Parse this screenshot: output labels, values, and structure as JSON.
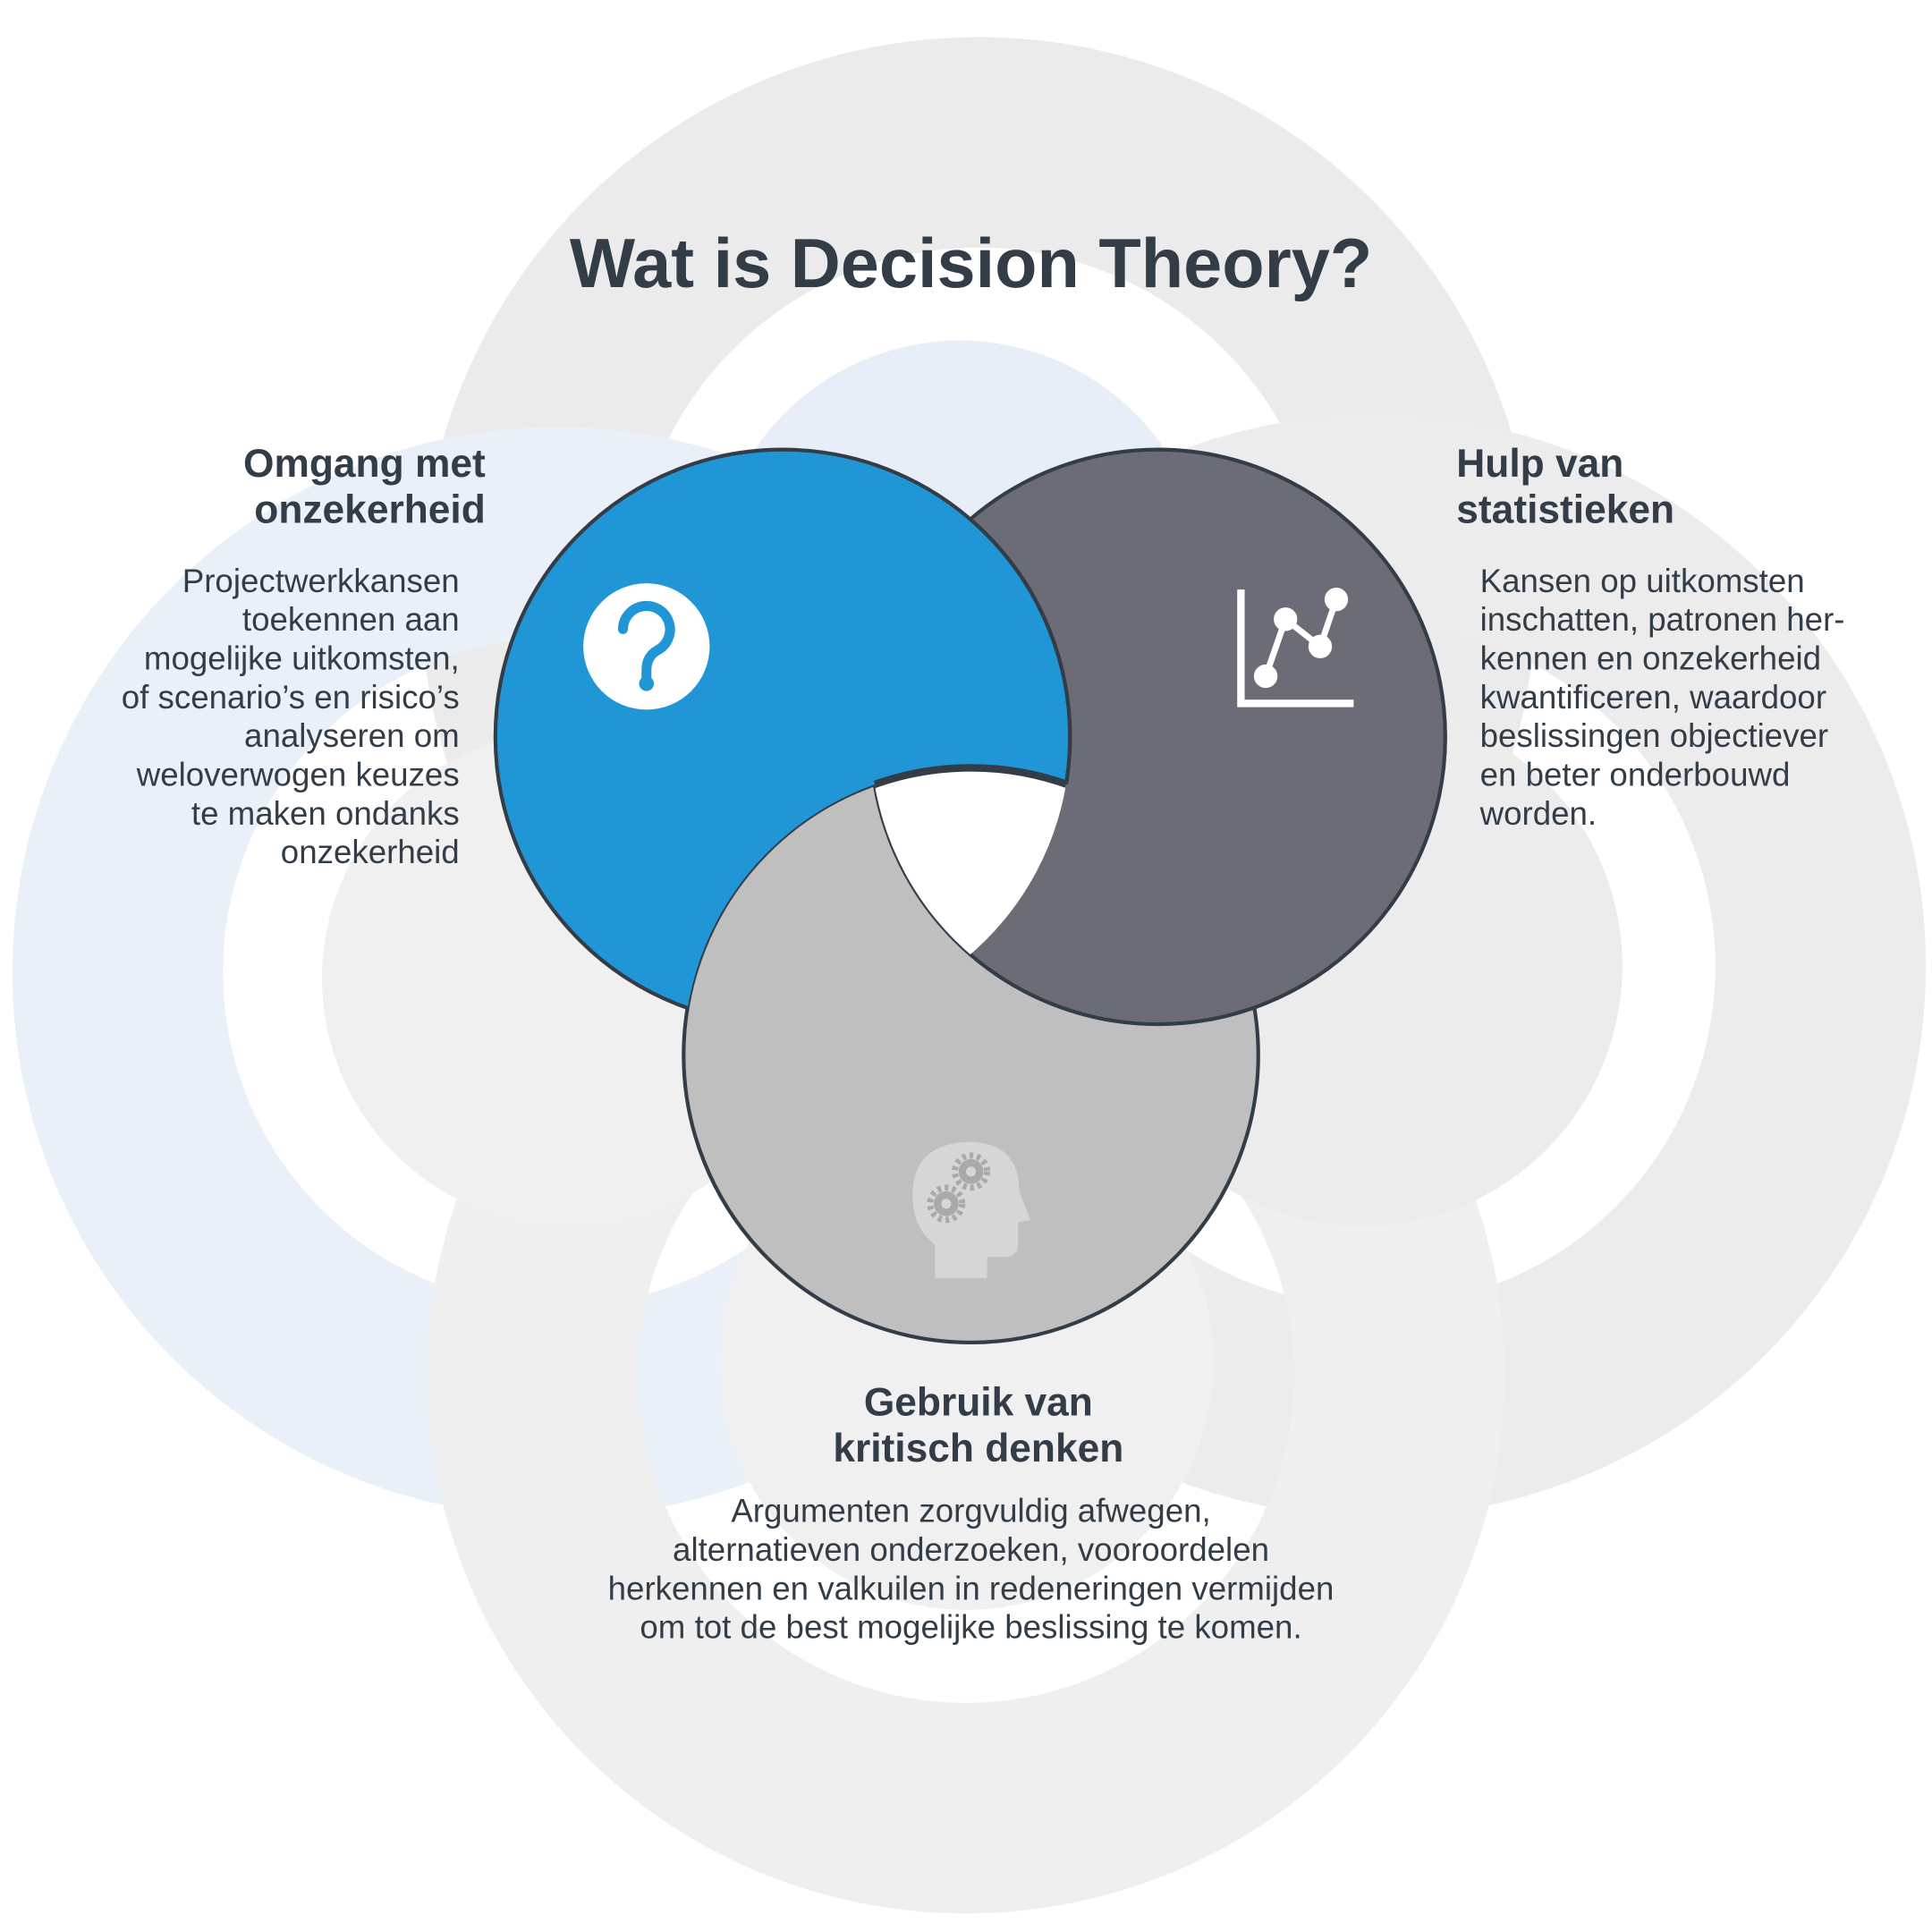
{
  "title": "Wat is Decision Theory?",
  "sections": [
    {
      "heading": [
        "Omgang met",
        "onzekerheid"
      ],
      "body": [
        "Projectwerkkansen",
        "toekennen aan",
        "mogelijke uitkomsten,",
        "of scenario’s en risico’s",
        "analyseren om",
        "weloverwogen keuzes",
        "te maken ondanks",
        "onzekerheid"
      ],
      "icon": "question-icon",
      "color": "#2196d6"
    },
    {
      "heading": [
        "Hulp van",
        "statistieken"
      ],
      "body": [
        "Kansen op uitkomsten",
        "inschatten, patronen her-",
        "kennen en onzekerheid",
        "kwantificeren, waardoor",
        "beslissingen objectiever",
        "en beter onderbouwd",
        "worden."
      ],
      "icon": "line-chart-icon",
      "color": "#6b6c75"
    },
    {
      "heading": [
        "Gebruik van",
        "kritisch denken"
      ],
      "body": [
        "Argumenten zorgvuldig afwegen,",
        "alternatieven onderzoeken, vooroordelen",
        "herkennen en valkuilen in redeneringen vermijden",
        "om tot de best mogelijke beslissing te komen."
      ],
      "icon": "head-gears-icon",
      "color": "#bfbfbf"
    }
  ]
}
